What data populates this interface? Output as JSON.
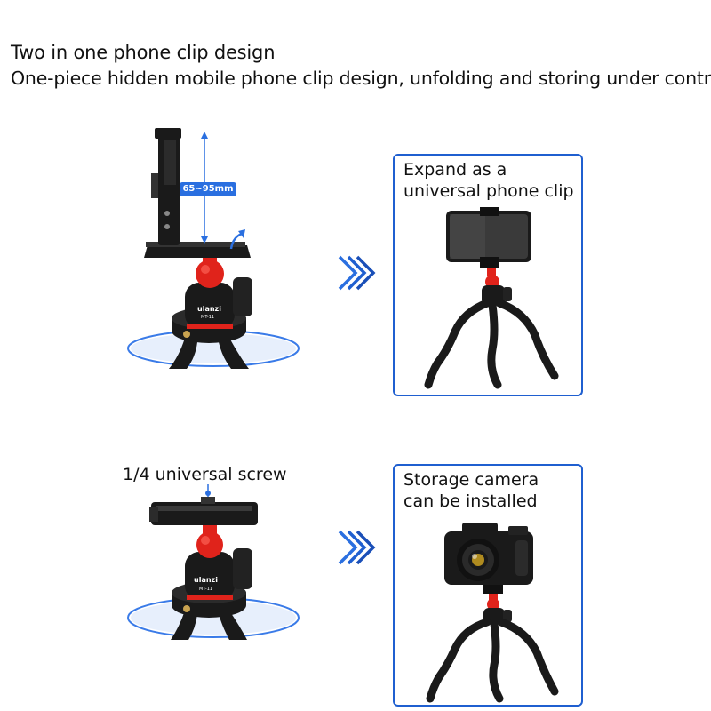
{
  "headline": {
    "line1": "Two in one phone clip design",
    "line2": "One-piece hidden mobile phone clip design, unfolding and storing under control"
  },
  "top_row": {
    "measurement_label": "65~95mm",
    "head_brand": "ulanzi",
    "head_model": "MT-11",
    "box_title_line1": "Expand as a",
    "box_title_line2": "universal phone clip"
  },
  "bottom_row": {
    "caption": "1/4 universal screw",
    "head_brand": "ulanzi",
    "head_model": "MT-11",
    "box_title_line1": "Storage camera",
    "box_title_line2": "can be installed"
  },
  "colors": {
    "accent_blue": "#1f5fd0",
    "ball_red": "#e0231b",
    "body_black": "#1a1a1a"
  }
}
